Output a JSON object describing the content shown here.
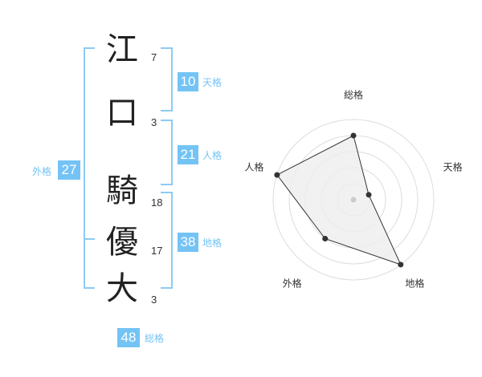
{
  "name": {
    "characters": [
      {
        "char": "江",
        "strokes": "7"
      },
      {
        "char": "口",
        "strokes": "3"
      },
      {
        "char": "騎",
        "strokes": "18"
      },
      {
        "char": "優",
        "strokes": "17"
      },
      {
        "char": "大",
        "strokes": "3"
      }
    ]
  },
  "kaku": {
    "tenkaku": {
      "value": "10",
      "label": "天格"
    },
    "jinkaku": {
      "value": "21",
      "label": "人格"
    },
    "chikaku": {
      "value": "38",
      "label": "地格"
    },
    "gaikaku": {
      "value": "27",
      "label": "外格"
    },
    "soukaku": {
      "value": "48",
      "label": "総格"
    }
  },
  "colors": {
    "accent": "#74c3f5",
    "bracket": "#8ccbf3",
    "radar_fill": "#eeeeee",
    "radar_stroke": "#333333",
    "rings": "#dddddd"
  },
  "chart_data": {
    "type": "radar",
    "axes": [
      "総格",
      "天格",
      "地格",
      "外格",
      "人格"
    ],
    "values": [
      4,
      1,
      5,
      3,
      5
    ],
    "max": 5,
    "rings": 5
  }
}
